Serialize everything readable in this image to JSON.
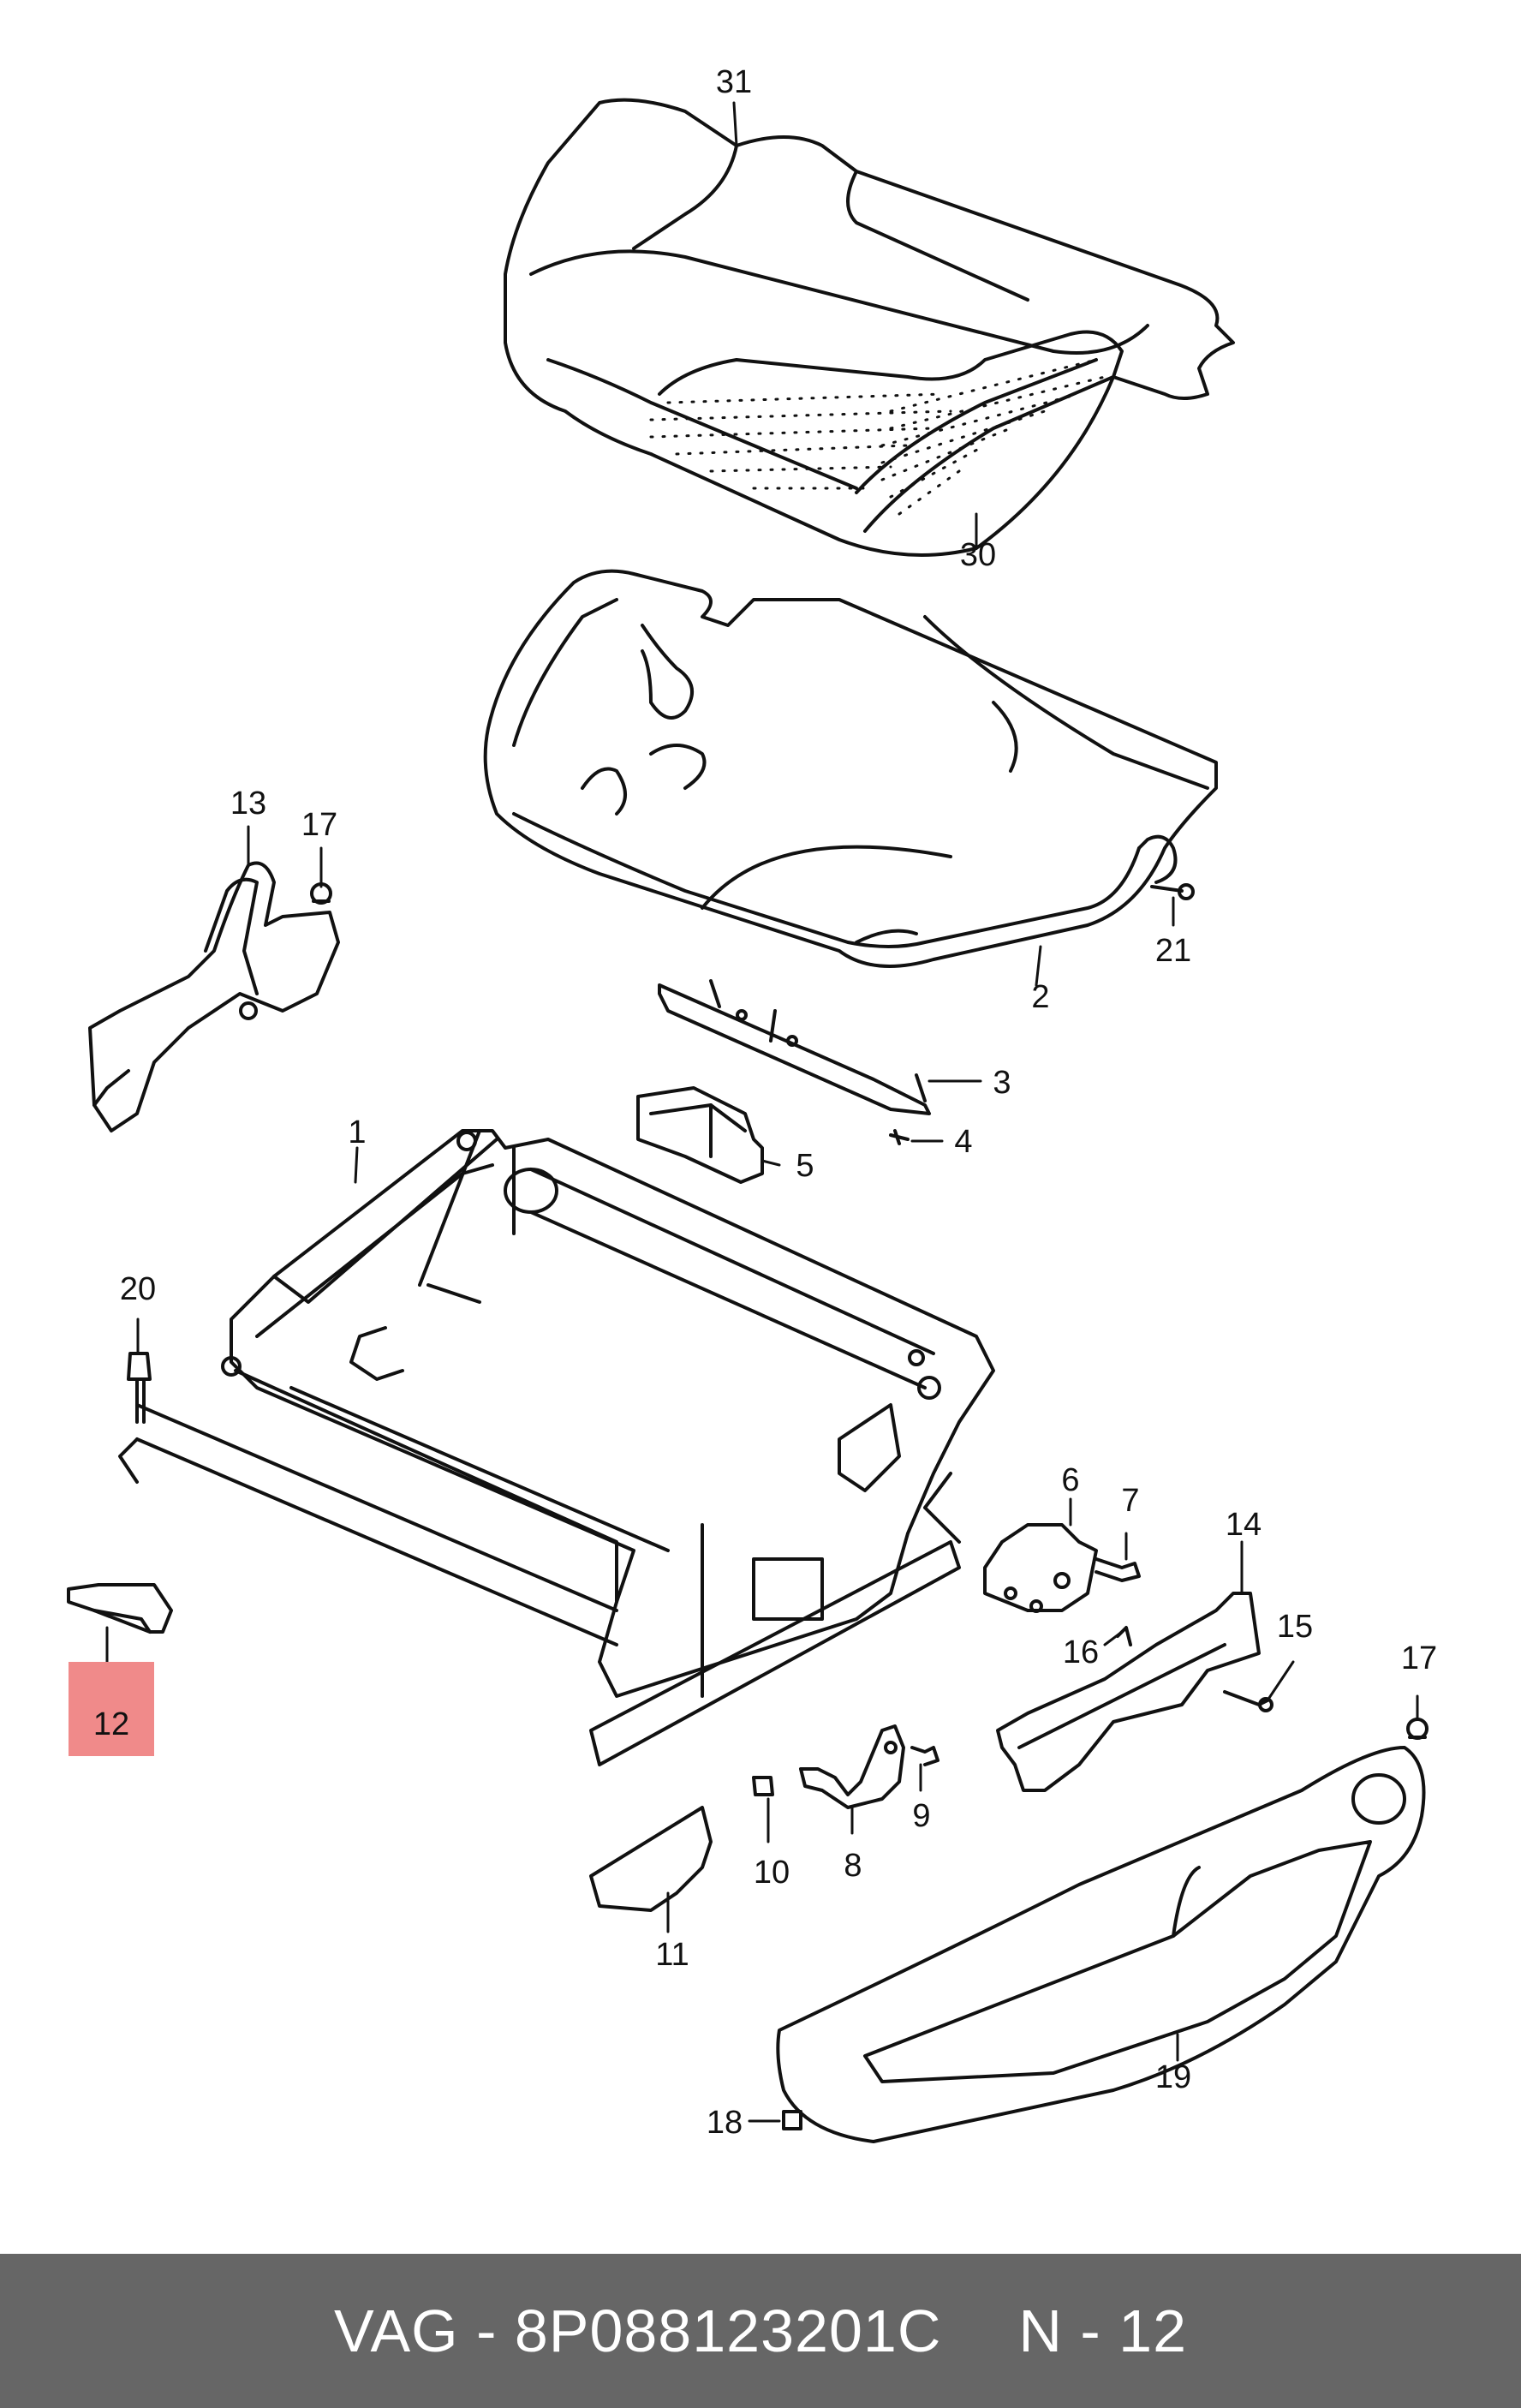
{
  "callouts": {
    "c31": "31",
    "c30": "30",
    "c2": "2",
    "c21": "21",
    "c3": "3",
    "c4": "4",
    "c5": "5",
    "c13": "13",
    "c17a": "17",
    "c1": "1",
    "c20": "20",
    "c12": "12",
    "c6": "6",
    "c7": "7",
    "c14": "14",
    "c15": "15",
    "c16": "16",
    "c17b": "17",
    "c8": "8",
    "c9": "9",
    "c10": "10",
    "c11": "11",
    "c19": "19",
    "c18": "18"
  },
  "highlight_color": "#f08a8a",
  "footer": {
    "part_label": "VAG - 8P088123201C",
    "position_label": "N - 12",
    "background": "#666666"
  }
}
